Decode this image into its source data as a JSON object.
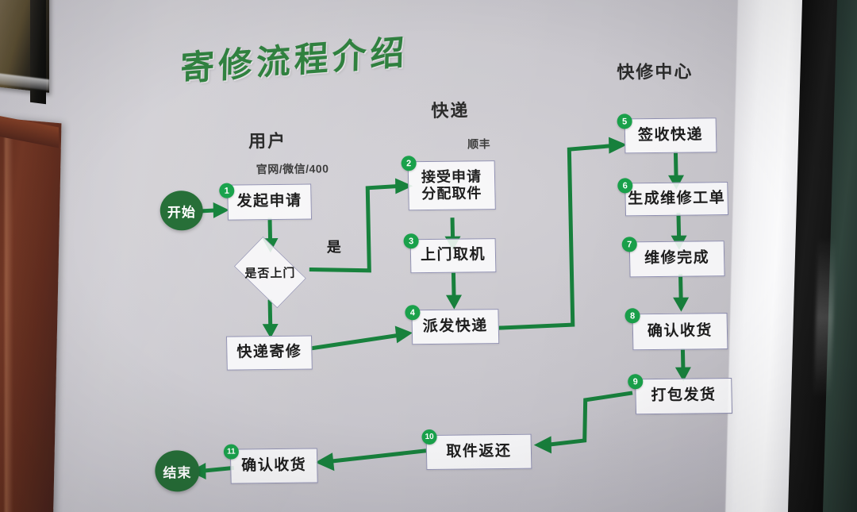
{
  "poster": {
    "title": "寄修流程介绍",
    "title_color": "#2e7d3d",
    "accent_color": "#17803c",
    "badge_color": "#19a04a",
    "terminal_color": "#256b36",
    "node_border_color": "#8f8fb0",
    "background_color": "#c9c7cd"
  },
  "columns": [
    {
      "heading": "用户"
    },
    {
      "heading": "快递"
    },
    {
      "heading": "快修中心"
    }
  ],
  "sub_labels": [
    {
      "text": "官网/微信/400"
    },
    {
      "text": "顺丰"
    }
  ],
  "terminals": {
    "start": "开始",
    "end": "结束"
  },
  "decision": {
    "label": "是否上门",
    "yes_label": "是"
  },
  "nodes": [
    {
      "number": "1",
      "label": "发起申请"
    },
    {
      "number": "2",
      "label": "接受申请\n分配取件"
    },
    {
      "number": "3",
      "label": "上门取机"
    },
    {
      "number": "4",
      "label": "派发快递"
    },
    {
      "number": "5",
      "label": "签收快递"
    },
    {
      "number": "6",
      "label": "生成维修工单"
    },
    {
      "number": "7",
      "label": "维修完成"
    },
    {
      "number": "8",
      "label": "确认收货"
    },
    {
      "number": "9",
      "label": "打包发货"
    },
    {
      "number": "10",
      "label": "取件返还"
    },
    {
      "number": "11",
      "label": "确认收货"
    }
  ],
  "plain_nodes": [
    {
      "label": "快递寄修"
    }
  ]
}
